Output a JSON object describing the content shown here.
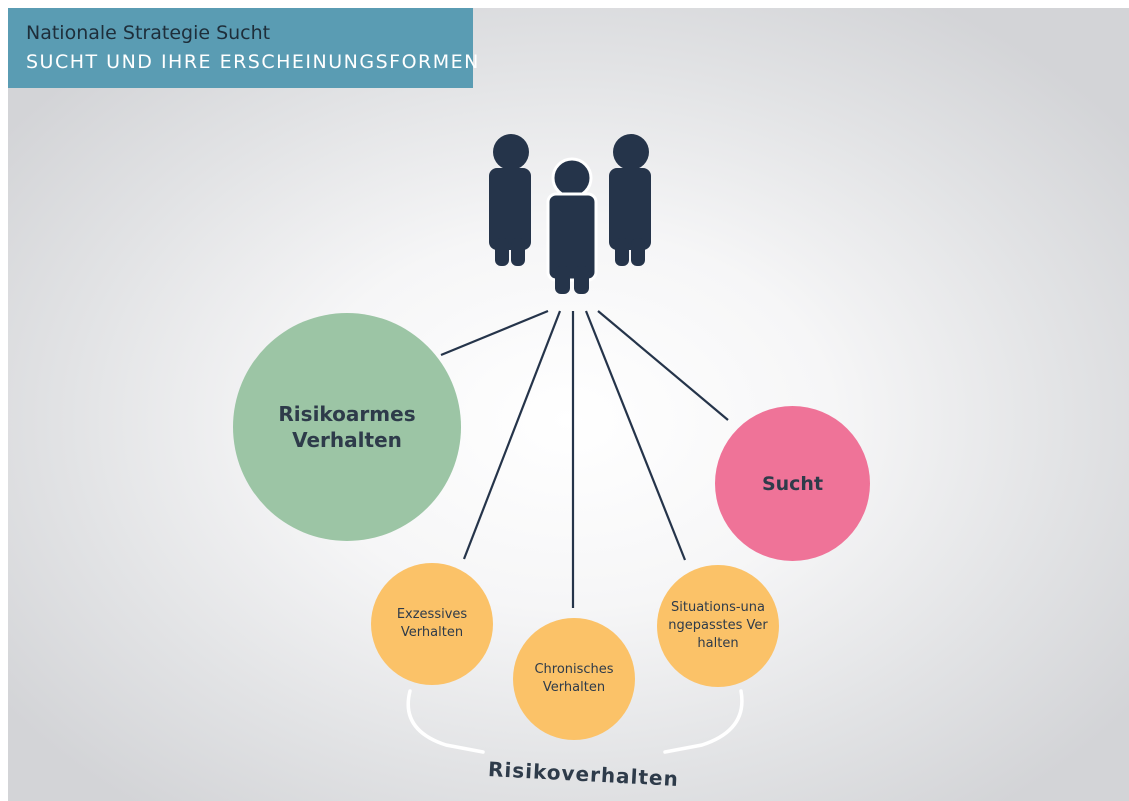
{
  "header": {
    "subtitle": "Nationale Strategie Sucht",
    "title": "SUCHT UND IHRE ERSCHEINUNGSFORMEN"
  },
  "people_icon": "people-group-icon",
  "nodes": {
    "risikoarm": {
      "label": "Risikoarmes Verhalten",
      "color": "#9cc5a5"
    },
    "sucht": {
      "label": "Sucht",
      "color": "#ef7398"
    },
    "exzessiv": {
      "label": "Exzessives Verhalten",
      "color": "#fbc268"
    },
    "chronisch": {
      "label": "Chronisches Verhalten",
      "color": "#fbc268"
    },
    "situation": {
      "label": "Situations-unangepasstes Verhalten",
      "color": "#fbc268"
    }
  },
  "group_label": "Risikoverhalten",
  "colors": {
    "header_bg": "#5a9cb3",
    "icon": "#25344a",
    "lines": "#25344a"
  }
}
